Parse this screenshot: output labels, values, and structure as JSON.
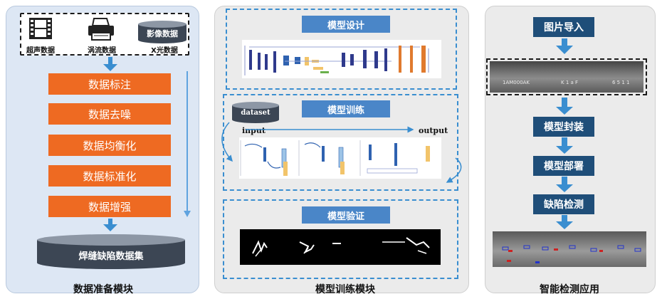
{
  "panels": {
    "data_prep": {
      "title": "数据准备模块",
      "sources": [
        {
          "icon": "film-icon",
          "label": "超声数据"
        },
        {
          "icon": "printer-icon",
          "label": "涡流数据"
        },
        {
          "icon": "database-icon",
          "label": "X光数据",
          "cylinder_text": "影像数据"
        }
      ],
      "steps": [
        "数据标注",
        "数据去噪",
        "数据均衡化",
        "数据标准化",
        "数据增强"
      ],
      "dataset_label": "焊缝缺陷数据集"
    },
    "training": {
      "title": "模型训练模块",
      "design_title": "模型设计",
      "train_title": "模型训练",
      "validate_title": "模型验证",
      "dataset_label": "dataset",
      "input_label": "input",
      "output_label": "output"
    },
    "application": {
      "title": "智能检测应用",
      "steps": [
        "图片导入",
        "模型封装",
        "模型部署",
        "缺陷检测"
      ],
      "xray_text_left": "1AM000AK",
      "xray_text_mid": "K 1 a F",
      "xray_text_right": "6 5 1 1"
    }
  },
  "colors": {
    "orange": "#ee6a22",
    "mid_blue": "#4a86c8",
    "dark_blue": "#1f4e79",
    "dash_blue": "#3a8ed0",
    "arrow_blue": "#3a8ed0"
  }
}
